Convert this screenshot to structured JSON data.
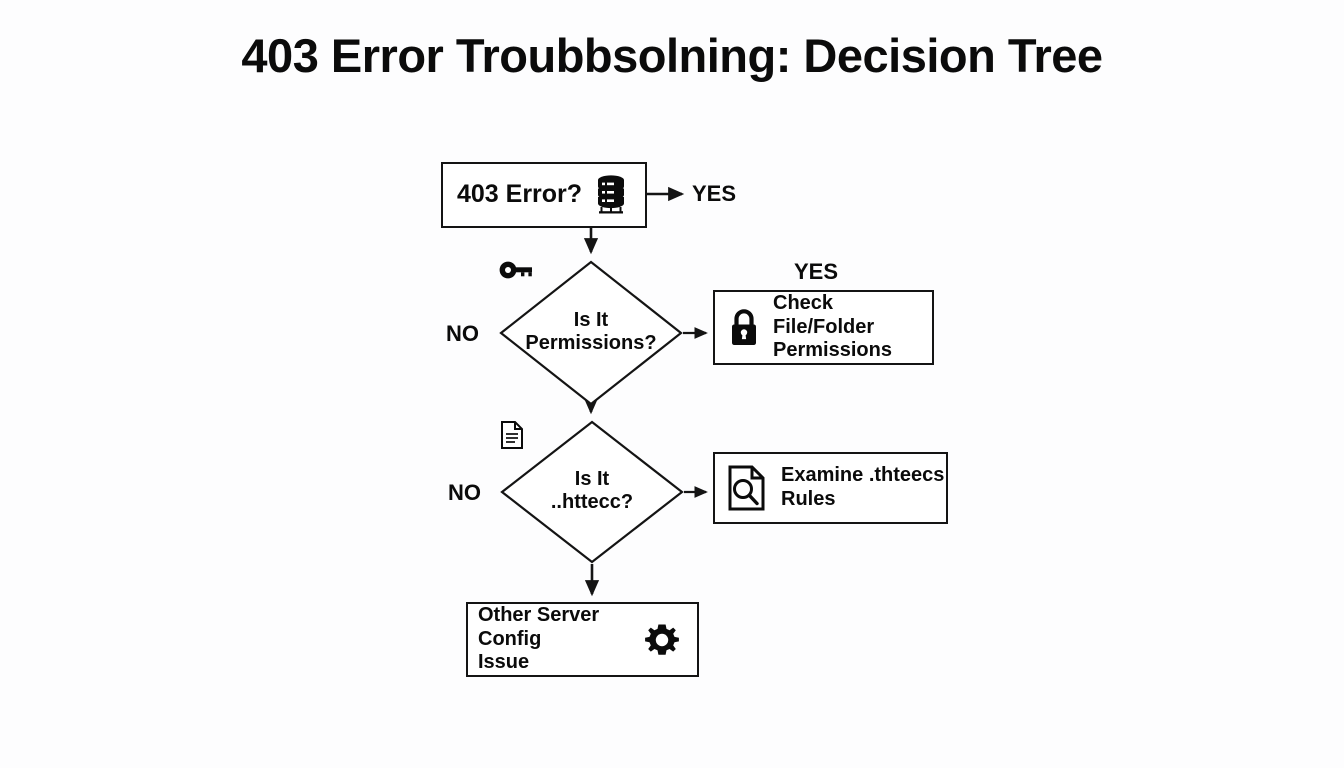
{
  "page": {
    "title": "403 Error Troubbsolning: Decision Tree",
    "background_color": "#fdfdfe",
    "stroke_color": "#141414",
    "text_color": "#0b0b0b"
  },
  "diagram": {
    "type": "decision-tree-flowchart",
    "nodes": [
      {
        "id": "start",
        "shape": "rectangle",
        "label": "403 Error?",
        "icon": "database-server-icon"
      },
      {
        "id": "permissions-decision",
        "shape": "diamond",
        "label": "Is It\nPermissions?",
        "icon": "key-icon"
      },
      {
        "id": "permissions-action",
        "shape": "rectangle",
        "label": "Check File/Folder\nPermissions",
        "icon": "lock-icon"
      },
      {
        "id": "htaccess-decision",
        "shape": "diamond",
        "label": "Is It\n..httecc?",
        "icon": "document-icon"
      },
      {
        "id": "htaccess-action",
        "shape": "rectangle",
        "label": "Examine .thteecs\nRules",
        "icon": "document-search-icon"
      },
      {
        "id": "other-config",
        "shape": "rectangle",
        "label": "Other Server Config\nIssue",
        "icon": "gear-icon"
      }
    ],
    "edge_labels": {
      "start_yes": "YES",
      "permissions_no": "NO",
      "permissions_yes": "YES",
      "htaccess_no": "NO"
    }
  }
}
